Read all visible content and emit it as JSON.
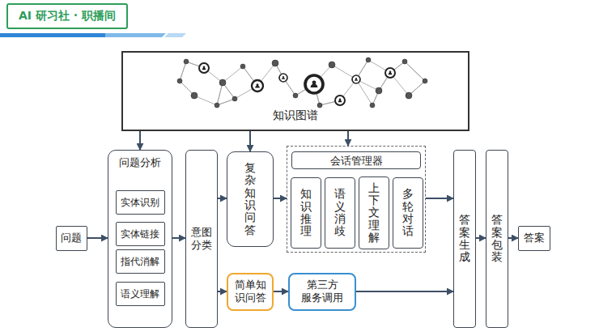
{
  "diagram": {
    "nodes": [
      {
        "text": [
          "AI 研习社 · 职播间"
        ]
      },
      {
        "text": [
          "知识图谱"
        ]
      },
      {
        "text": [
          "问题"
        ]
      },
      {
        "text": [
          "问题分析"
        ]
      },
      {
        "text": [
          "实体识别"
        ],
        "in": 3
      },
      {
        "text": [
          "实体链接"
        ],
        "in": 3
      },
      {
        "text": [
          "指代消解"
        ],
        "in": 3
      },
      {
        "text": [
          "语义理解"
        ],
        "in": 3
      },
      {
        "text": [
          "意图 分类"
        ]
      },
      {
        "text": [
          "复杂知识问答"
        ]
      },
      {
        "text": [
          "会话管理器"
        ]
      },
      {
        "text": [
          "知识推理"
        ],
        "in": 10
      },
      {
        "text": [
          "语义消歧"
        ],
        "in": 10
      },
      {
        "text": [
          "上下文理解"
        ],
        "in": 10
      },
      {
        "text": [
          "多轮对话"
        ],
        "in": 10
      },
      {
        "text": [
          "简单知 识问答"
        ]
      },
      {
        "text": [
          "第三方 服务调用"
        ]
      },
      {
        "text": [
          "答案生成"
        ]
      },
      {
        "text": [
          "答案包装"
        ]
      },
      {
        "text": [
          "答案"
        ]
      }
    ],
    "edges": [
      {
        "from": 1,
        "to": 3,
        "arrow": "to"
      },
      {
        "from": 1,
        "to": 9,
        "arrow": "to"
      },
      {
        "from": 1,
        "to": 10,
        "arrow": "to"
      },
      {
        "from": 2,
        "to": 3,
        "arrow": "to"
      },
      {
        "from": 3,
        "to": 8,
        "arrow": "to"
      },
      {
        "from": 8,
        "to": 9,
        "arrow": "to"
      },
      {
        "from": 8,
        "to": 15,
        "arrow": "to"
      },
      {
        "from": 9,
        "to": 10,
        "arrow": "to"
      },
      {
        "from": 10,
        "to": 17,
        "arrow": "to"
      },
      {
        "from": 15,
        "to": 16,
        "arrow": "to"
      },
      {
        "from": 16,
        "to": 17,
        "arrow": "to"
      },
      {
        "from": 17,
        "to": 18,
        "arrow": "to"
      },
      {
        "from": 18,
        "to": 19,
        "arrow": "to"
      }
    ]
  }
}
